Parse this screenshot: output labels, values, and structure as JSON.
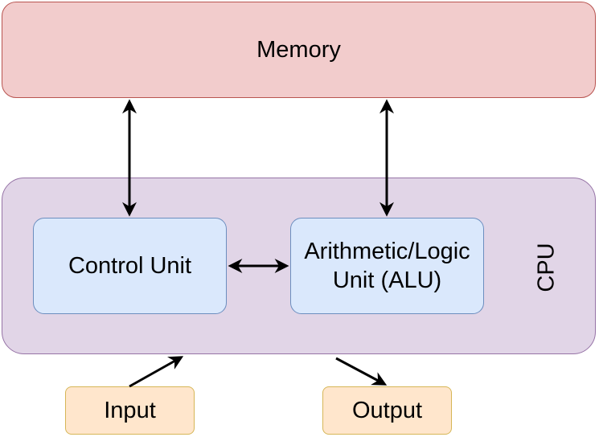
{
  "nodes": {
    "memory": "Memory",
    "cpu": "CPU",
    "control_unit": "Control Unit",
    "alu_line1": "Arithmetic/Logic",
    "alu_line2": "Unit (ALU)",
    "input": "Input",
    "output": "Output"
  },
  "colors": {
    "memory_fill": "#f2cccc",
    "memory_stroke": "#b85450",
    "cpu_fill": "#e1d5e7",
    "cpu_stroke": "#9673a6",
    "unit_fill": "#dae8fc",
    "unit_stroke": "#6c8ebf",
    "io_fill": "#ffe6cc",
    "io_stroke": "#d6b656",
    "arrow": "#000000"
  },
  "edges": [
    {
      "from": "memory",
      "to": "control_unit",
      "direction": "both"
    },
    {
      "from": "memory",
      "to": "alu",
      "direction": "both"
    },
    {
      "from": "control_unit",
      "to": "alu",
      "direction": "both"
    },
    {
      "from": "input",
      "to": "cpu",
      "direction": "forward"
    },
    {
      "from": "cpu",
      "to": "output",
      "direction": "forward"
    }
  ]
}
